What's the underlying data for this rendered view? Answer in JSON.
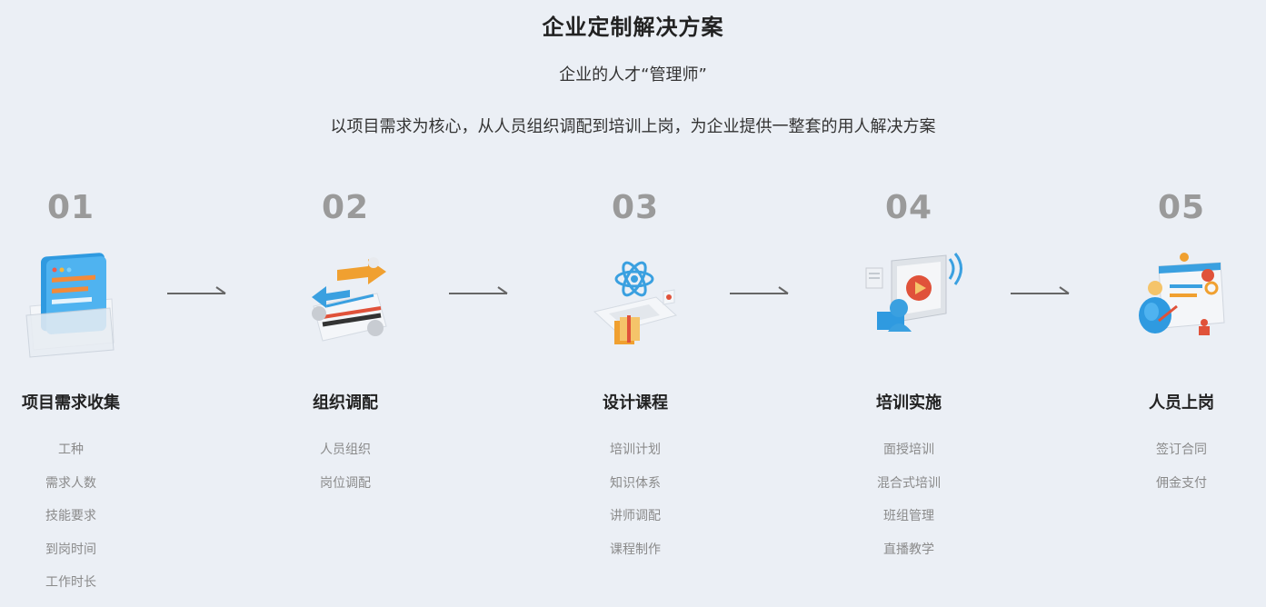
{
  "header": {
    "title": "企业定制解决方案",
    "subtitle": "企业的人才“管理师”",
    "description": "以项目需求为核心，从人员组织调配到培训上岗，为企业提供一整套的用人解决方案"
  },
  "steps": [
    {
      "number": "01",
      "name": "项目需求收集",
      "icon": "requirements-folder-icon",
      "items": [
        "工种",
        "需求人数",
        "技能要求",
        "到岗时间",
        "工作时长"
      ]
    },
    {
      "number": "02",
      "name": "组织调配",
      "icon": "allocation-arrows-icon",
      "items": [
        "人员组织",
        "岗位调配"
      ]
    },
    {
      "number": "03",
      "name": "设计课程",
      "icon": "course-design-atom-icon",
      "items": [
        "培训计划",
        "知识体系",
        "讲师调配",
        "课程制作"
      ]
    },
    {
      "number": "04",
      "name": "培训实施",
      "icon": "training-video-icon",
      "items": [
        "面授培训",
        "混合式培训",
        "班组管理",
        "直播教学"
      ]
    },
    {
      "number": "05",
      "name": "人员上岗",
      "icon": "onboarding-contract-icon",
      "items": [
        "签订合同",
        "佣金支付"
      ]
    }
  ],
  "colors": {
    "background": "#ebeff5",
    "number": "#9a9a9a",
    "accent_blue": "#3aa0e0",
    "accent_orange": "#f0a030",
    "accent_red": "#e0523a"
  }
}
